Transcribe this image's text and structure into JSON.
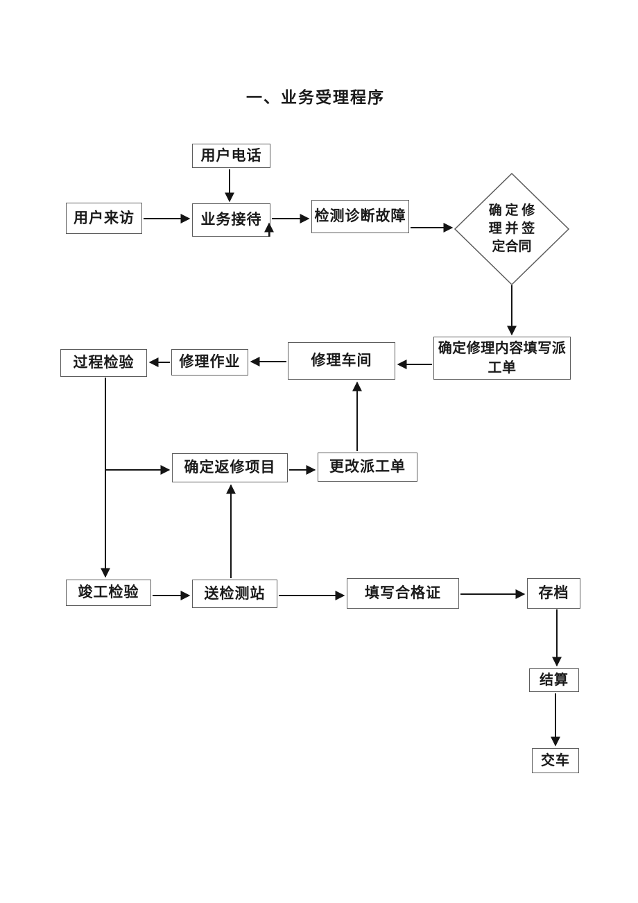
{
  "title": "一、业务受理程序",
  "nodes": {
    "user_phone": {
      "label": "用户电话"
    },
    "user_visit": {
      "label": "用户来访"
    },
    "reception": {
      "label": "业务接待"
    },
    "diagnose": {
      "label": "检测诊断故障"
    },
    "decision": {
      "lines": [
        "确 定 修",
        "理 并 签",
        "定合同"
      ]
    },
    "work_order": {
      "label": "确定修理内容填写派工单"
    },
    "workshop": {
      "label": "修理车间"
    },
    "repair_job": {
      "label": "修理作业"
    },
    "process_inspection": {
      "label": "过程检验"
    },
    "rework_items": {
      "label": "确定返修项目"
    },
    "change_order": {
      "label": "更改派工单"
    },
    "completion_inspection": {
      "label": "竣工检验"
    },
    "test_station": {
      "label": "送检测站"
    },
    "certificate": {
      "label": "填写合格证"
    },
    "archive": {
      "label": "存档"
    },
    "settlement": {
      "label": "结算"
    },
    "delivery": {
      "label": "交车"
    }
  },
  "edges": [
    {
      "from": "user_phone",
      "to": "reception"
    },
    {
      "from": "user_visit",
      "to": "reception"
    },
    {
      "from": "reception",
      "to": "diagnose"
    },
    {
      "from": "diagnose",
      "to": "reception"
    },
    {
      "from": "diagnose",
      "to": "decision"
    },
    {
      "from": "decision",
      "to": "work_order"
    },
    {
      "from": "work_order",
      "to": "workshop"
    },
    {
      "from": "workshop",
      "to": "repair_job"
    },
    {
      "from": "repair_job",
      "to": "process_inspection"
    },
    {
      "from": "process_inspection",
      "to": "completion_inspection"
    },
    {
      "from": "process_inspection",
      "to": "rework_items"
    },
    {
      "from": "rework_items",
      "to": "change_order"
    },
    {
      "from": "change_order",
      "to": "workshop"
    },
    {
      "from": "test_station",
      "to": "rework_items"
    },
    {
      "from": "completion_inspection",
      "to": "test_station"
    },
    {
      "from": "test_station",
      "to": "certificate"
    },
    {
      "from": "certificate",
      "to": "archive"
    },
    {
      "from": "archive",
      "to": "settlement"
    },
    {
      "from": "settlement",
      "to": "delivery"
    }
  ],
  "colors": {
    "page": "#ffffff",
    "border": "#5c5c5c",
    "line": "#141414",
    "text": "#1a1a1a"
  }
}
